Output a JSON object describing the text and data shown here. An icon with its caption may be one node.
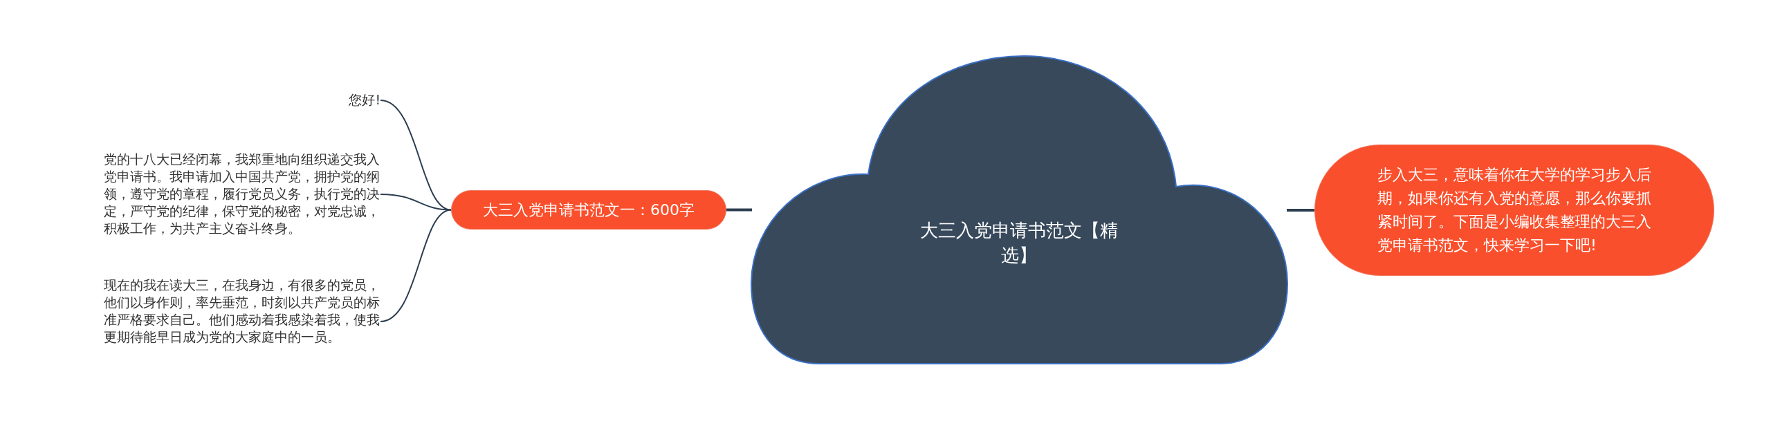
{
  "diagram": {
    "nodes": [
      {
        "text": [
          "大三入党申请书范文【精选】"
        ]
      },
      {
        "text": [
          "大三入党申请书范文一：600字"
        ]
      },
      {
        "text": [
          "您好!"
        ]
      },
      {
        "text": [
          "党的十八大已经闭幕，我郑重地向组织递交我入党申请书。我申请加入中国共产党，拥护党的纲领，遵守党的章程，履行党员义务，执行党的决定，严守党的纪律，保守党的秘密，对党忠诚，积极工作，为共产主义奋斗终身。"
        ]
      },
      {
        "text": [
          "现在的我在读大三，在我身边，有很多的党员，他们以身作则，率先垂范，时刻以共产党员的标准严格要求自己。他们感动着我感染着我，使我更期待能早日成为党的大家庭中的一员。"
        ]
      },
      {
        "text": [
          "步入大三，意味着你在大学的学习步入后期，如果你还有入党的意愿，那么你要抓紧时间了。下面是小编收集整理的大三入党申请书范文，快来学习一下吧!"
        ]
      }
    ],
    "edges": [
      {
        "from": 0,
        "to": 1,
        "arrow": "none"
      },
      {
        "from": 0,
        "to": 5,
        "arrow": "none"
      },
      {
        "from": 1,
        "to": 2,
        "arrow": "none"
      },
      {
        "from": 1,
        "to": 3,
        "arrow": "none"
      },
      {
        "from": 1,
        "to": 4,
        "arrow": "none"
      }
    ]
  }
}
